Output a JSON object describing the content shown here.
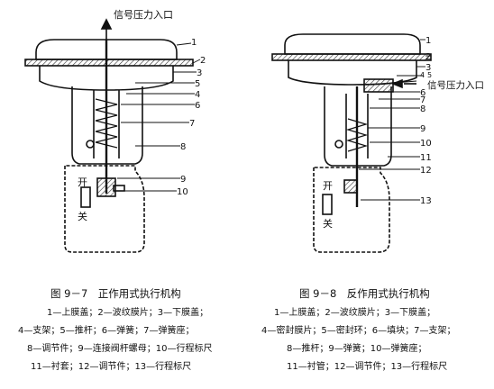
{
  "figure_left": {
    "signal_label": "信号压力入口",
    "switch_top": "开",
    "switch_bottom": "关",
    "part_numbers": [
      "1",
      "2",
      "3",
      "5",
      "4",
      "6",
      "7",
      "8",
      "9",
      "10"
    ],
    "caption": "图 9－7　正作用式执行机构",
    "legend": [
      "1—上膜盖；2—波纹膜片；3—下膜盖；",
      "4—支架；5—推杆；6—弹簧；7—弹簧座；",
      "8—调节件；9—连接阀杆螺母；10—行程标尺",
      "11—衬套；12—调节件；13—行程标尺"
    ]
  },
  "figure_right": {
    "signal_label": "信号压力入口",
    "switch_top": "开",
    "switch_bottom": "关",
    "part_numbers": [
      "1",
      "2",
      "3",
      "4",
      "5",
      "6",
      "7",
      "8",
      "9",
      "10",
      "11",
      "12",
      "13"
    ],
    "caption": "图 9－8　反作用式执行机构",
    "legend": [
      "1—上膜盖；2—波纹膜片；3—下膜盖；",
      "4—密封膜片；5—密封环；6—填块；7—支架；",
      "8—推杆；9—弹簧；10—弹簧座；",
      "11—衬管；12—调节件；13—行程标尺"
    ]
  }
}
